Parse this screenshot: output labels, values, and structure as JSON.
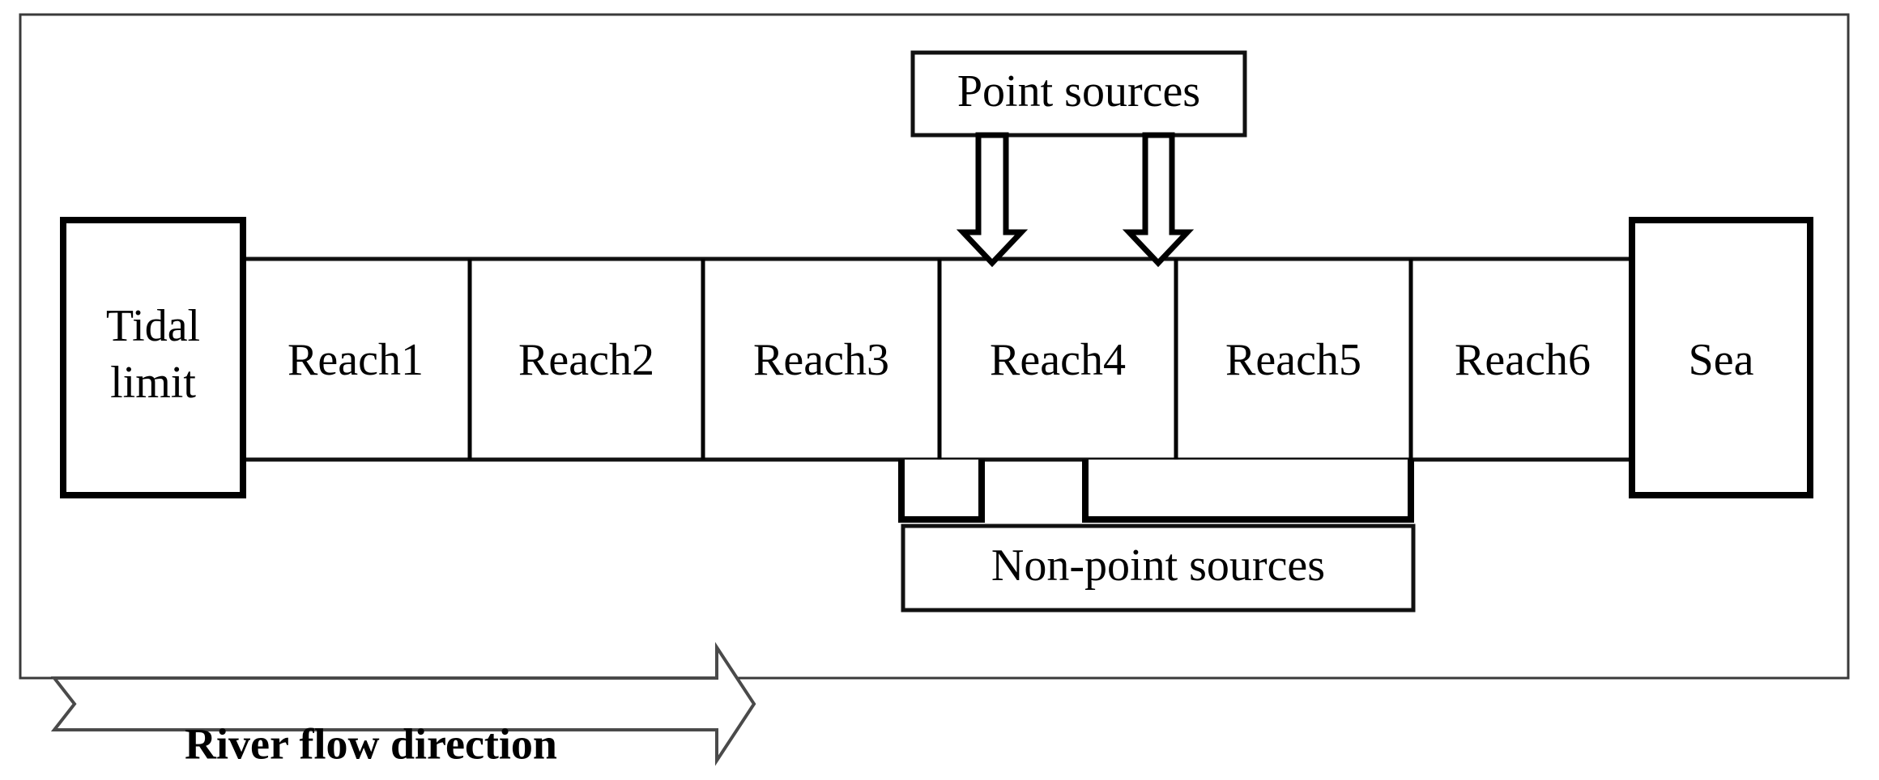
{
  "figure": {
    "kind": "river-reach-schematic",
    "outer_frame": {
      "visible": true,
      "color": "#3a3a3a"
    }
  },
  "river": {
    "upstream_boundary": {
      "label_line1": "Tidal",
      "label_line2": "limit"
    },
    "reaches": [
      {
        "label": "Reach1"
      },
      {
        "label": "Reach2"
      },
      {
        "label": "Reach3"
      },
      {
        "label": "Reach4"
      },
      {
        "label": "Reach5"
      },
      {
        "label": "Reach6"
      }
    ],
    "downstream_boundary": {
      "label": "Sea"
    }
  },
  "sources": {
    "point": {
      "label": "Point sources",
      "arrow_count": 2,
      "arrow_style": "hollow-down-arrow",
      "targets": [
        "Reach4",
        "Reach5"
      ]
    },
    "nonpoint": {
      "label": "Non-point sources",
      "bracket_count": 2,
      "targets": [
        "Reach4",
        "Reach5"
      ]
    }
  },
  "flow": {
    "label": "River flow direction",
    "direction": "left-to-right",
    "arrow_style": "hollow-block-arrow"
  },
  "colors": {
    "ink": "#000000",
    "frame": "#3a3a3a",
    "paper": "#ffffff"
  }
}
